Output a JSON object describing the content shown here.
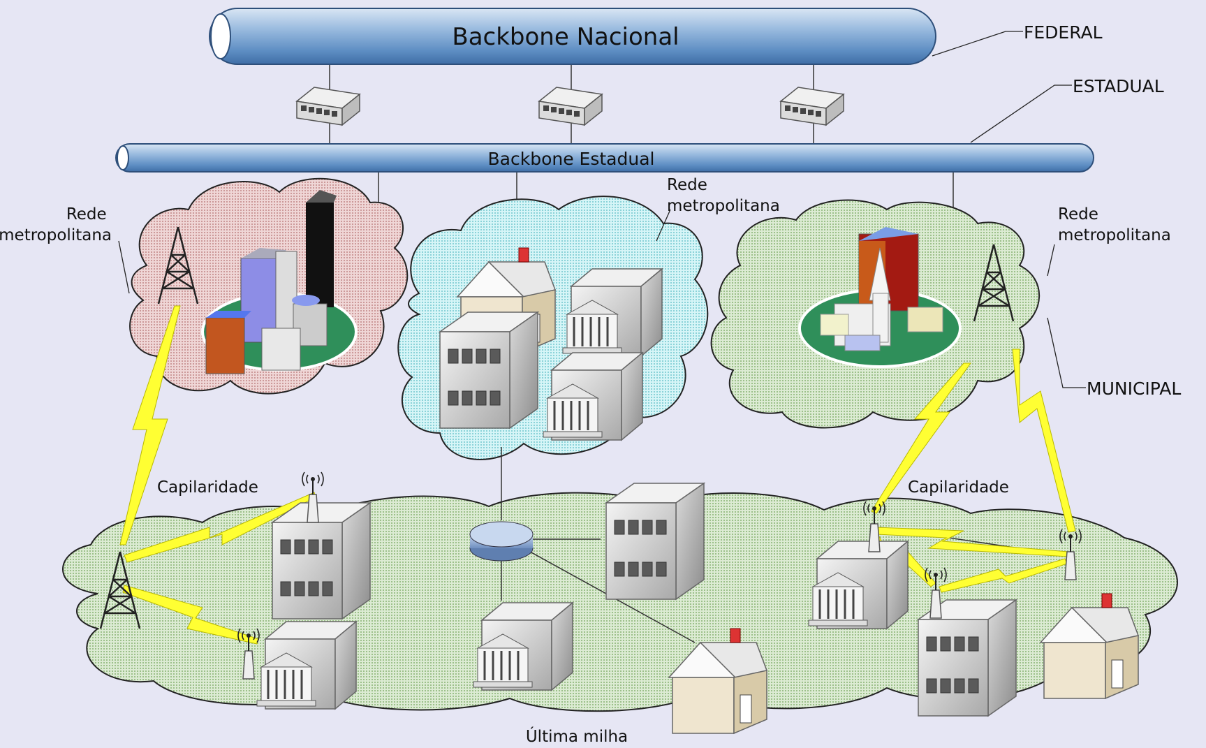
{
  "backbones": {
    "national": "Backbone Nacional",
    "state": "Backbone Estadual"
  },
  "levels": {
    "federal": "FEDERAL",
    "state": "ESTADUAL",
    "municipal": "MUNICIPAL"
  },
  "labels": {
    "metro_left": [
      "Rede",
      "metropolitana"
    ],
    "metro_center": [
      "Rede",
      "metropolitana"
    ],
    "metro_right": [
      "Rede",
      "metropolitana"
    ],
    "capillarity_left": "Capilaridade",
    "capillarity_right": "Capilaridade",
    "last_mile": "Última milha"
  },
  "colors": {
    "background": "#e6e6f4",
    "pipe": "#7fa6d1",
    "cloud_red": "#e8c4c4",
    "cloud_cyan": "#bfeef2",
    "cloud_green": "#cfe6c2",
    "lightning": "#ffff33"
  }
}
